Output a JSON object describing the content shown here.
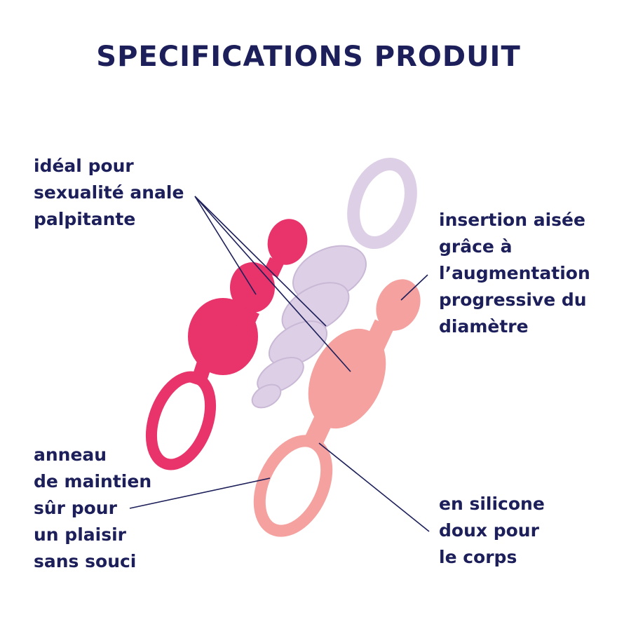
{
  "title": "SPECIFICATIONS PRODUIT",
  "labels": {
    "top_left": [
      "idéal pour",
      "sexualité anale",
      "palpitante"
    ],
    "right_top": [
      "insertion aisée",
      "grâce à",
      "l’augmentation",
      "progressive du",
      "diamètre"
    ],
    "bottom_left": [
      "anneau",
      "de maintien",
      "sûr pour",
      "un plaisir",
      "sans souci"
    ],
    "bottom_right": [
      "en silicone",
      "doux pour",
      "le corps"
    ]
  },
  "colors": {
    "text": "#1c1f5a",
    "pink": "#e8336b",
    "lilac": "#ddd0e6",
    "peach": "#f4a19f"
  }
}
